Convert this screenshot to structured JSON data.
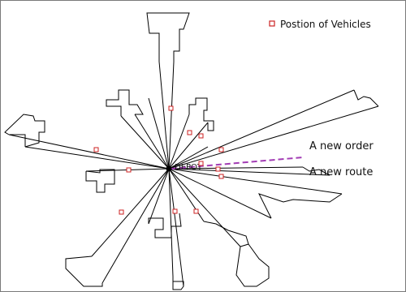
{
  "legend": {
    "label": "Postion of Vehicles",
    "marker_color": "#cc2222"
  },
  "depot": {
    "label": "DEPOT"
  },
  "annotations": {
    "new_order": "A new order",
    "new_route": "A new route"
  },
  "colors": {
    "route": "#000000",
    "new_route": "#a23cb4",
    "vehicle": "#cc2222"
  },
  "counts": {
    "vehicles_shown": 12
  }
}
